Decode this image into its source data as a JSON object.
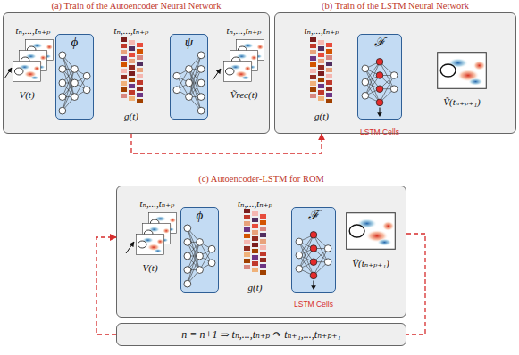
{
  "diagram": {
    "nodes": [
      {
        "text": [
          "(a) Train of the Autoencoder Neural Network"
        ]
      },
      {
        "text": [
          "ϕ"
        ],
        "in": 0
      },
      {
        "text": [
          "ψ"
        ],
        "in": 0
      },
      {
        "text": [
          "(b) Train of the LSTM Neural Network"
        ]
      },
      {
        "text": [
          "ℱ"
        ],
        "in": 3
      },
      {
        "text": [
          "(c) Autoencoder-LSTM for ROM"
        ]
      },
      {
        "text": [
          "ϕ"
        ],
        "in": 5
      },
      {
        "text": [
          "ℱ"
        ],
        "in": 5
      },
      {
        "text": [
          "n = n+1 ⇒ tₙ,...,tₙ₊ₚ ↷ tₙ₊₁,...,tₙ₊ₚ₊₁"
        ]
      }
    ],
    "edges": [
      {
        "from": 0,
        "to": 3,
        "arrow": "to"
      },
      {
        "from": 8,
        "to": 5,
        "arrow": "to"
      },
      {
        "from": 5,
        "to": 8,
        "arrow": "none"
      }
    ],
    "labels": [
      "tₙ,...,tₙ₊ₚ",
      "V(t)",
      "tₙ,...,tₙ₊ₚ",
      "g(t)",
      "tₙ,...,tₙ₊ₚ",
      "Ṽrec(t)",
      "tₙ,...,tₙ₊ₚ",
      "g(t)",
      "LSTM Cells",
      "Ṽ(tₙ₊ₚ₊₁)",
      "tₙ,...,tₙ₊ₚ",
      "V(t)",
      "tₙ,...,tₙ₊ₚ",
      "g(t)",
      "LSTM Cells",
      "Ṽ(tₙ₊ₚ₊₁)"
    ]
  }
}
